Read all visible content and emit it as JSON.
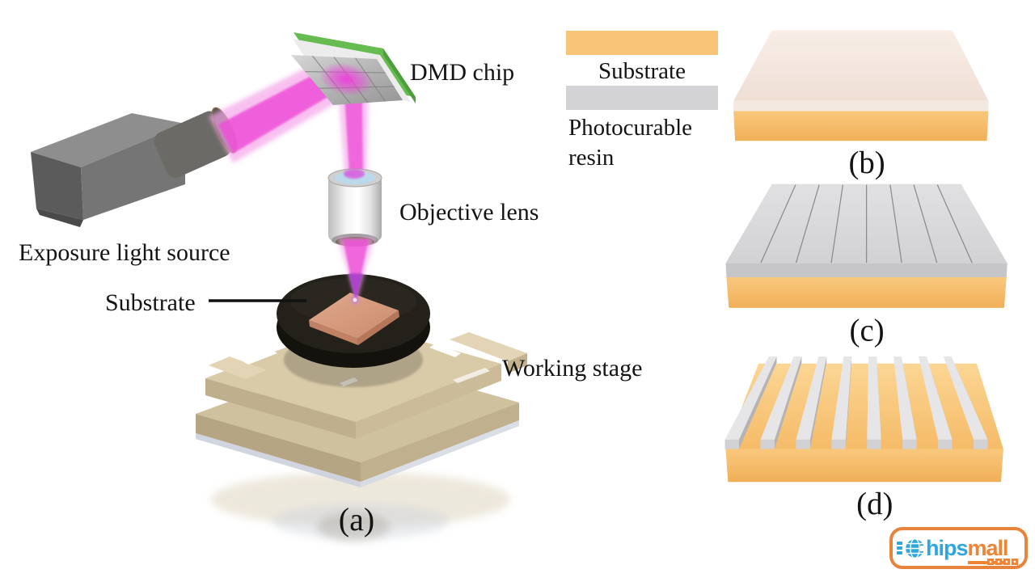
{
  "labels": {
    "exposure_light_source": "Exposure light source",
    "dmd_chip": "DMD chip",
    "objective_lens": "Objective lens",
    "substrate_pointer": "Substrate",
    "working_stage": "Working stage"
  },
  "legend": {
    "substrate_label": "Substrate",
    "resin_label": "Photocurable resin"
  },
  "panels": {
    "a": {
      "label": "(a)"
    },
    "b": {
      "label": "(b)"
    },
    "c": {
      "label": "(c)",
      "stripes": 8
    },
    "d": {
      "label": "(d)",
      "bars": 8
    }
  },
  "colors": {
    "background": "#FFFFFF",
    "text": "#141414",
    "substrate_orange": "#F8C477",
    "substrate_orange_dark": "#F0AC55",
    "resin_gray": "#D3D3D5",
    "resin_strip_gray": "#C6C6C8",
    "resin_coat_cream": "#F4E9E1",
    "beam_magenta": "#EE4FD8",
    "beam_pink": "#F6A6EA",
    "beam_purple": "#9A3ECC",
    "dmd_green": "#66BC50",
    "chip_silver": "#C4C4C4",
    "stage_tan": "#D9CAA8",
    "disc_black": "#23211A",
    "copper": "#D89B7E",
    "logo_blue": "#2EA7DE",
    "logo_orange": "#EE8434"
  },
  "logo": {
    "text_blue": "hips",
    "text_orange": "mall"
  }
}
